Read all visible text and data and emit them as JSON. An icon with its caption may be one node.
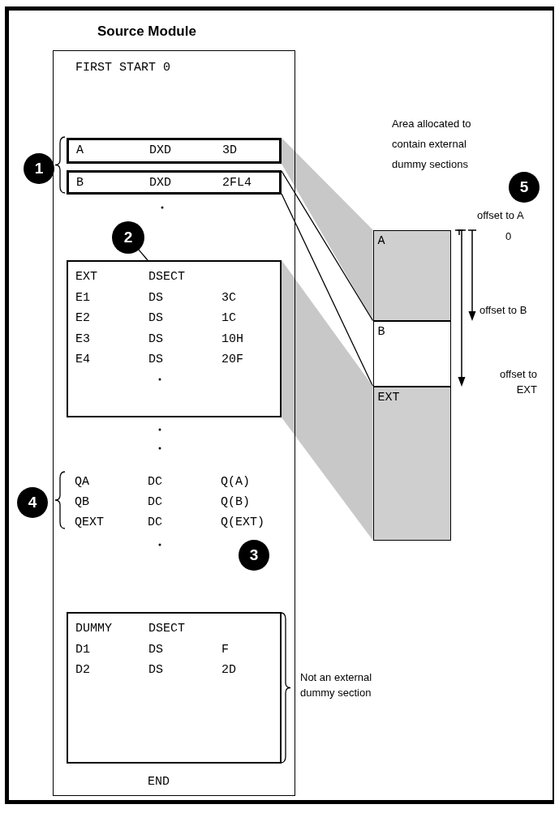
{
  "diagram": {
    "nodes": [
      {
        "text": [
          "Source Module",
          "FIRST START 0",
          "END"
        ]
      },
      {
        "text": [
          "1"
        ]
      },
      {
        "text": [
          "A         DXD       3D"
        ],
        "in": 0
      },
      {
        "text": [
          "B         DXD       2FL4"
        ],
        "in": 0
      },
      {
        "text": [
          "2"
        ],
        "in": 0
      },
      {
        "text": [
          "EXT       DSECT",
          "E1        DS        3C",
          "E2        DS        1C",
          "E3        DS        10H",
          "E4        DS        20F"
        ],
        "in": 0
      },
      {
        "text": [
          "4"
        ]
      },
      {
        "text": [
          "3"
        ],
        "in": 0
      },
      {
        "text": [
          "DUMMY     DSECT",
          "D1        DS        F",
          "D2        DS        2D"
        ],
        "in": 0
      },
      {
        "text": [
          "5"
        ]
      },
      {
        "text": [],
        "shape": "box"
      },
      {
        "text": [
          "A"
        ],
        "in": 10
      },
      {
        "text": [
          "B"
        ],
        "in": 10
      },
      {
        "text": [
          "EXT"
        ],
        "in": 10
      }
    ],
    "edges": [
      {
        "from": 2,
        "to": 11,
        "arrow": "none",
        "style": "thick",
        "color": "#c8c8c8"
      },
      {
        "from": 3,
        "to": 12,
        "arrow": "none"
      },
      {
        "from": 5,
        "to": 13,
        "arrow": "none",
        "style": "thick",
        "color": "#c8c8c8"
      },
      {
        "from": 4,
        "to": 5,
        "arrow": "none"
      }
    ],
    "labels": [
      "Area allocated to contain external dummy sections",
      "offset to A",
      "0",
      "offset to B",
      "offset to EXT",
      "QA        DC        Q(A)",
      "QB        DC        Q(B)",
      "QEXT      DC        Q(EXT)",
      "Not an external dummy section"
    ]
  }
}
